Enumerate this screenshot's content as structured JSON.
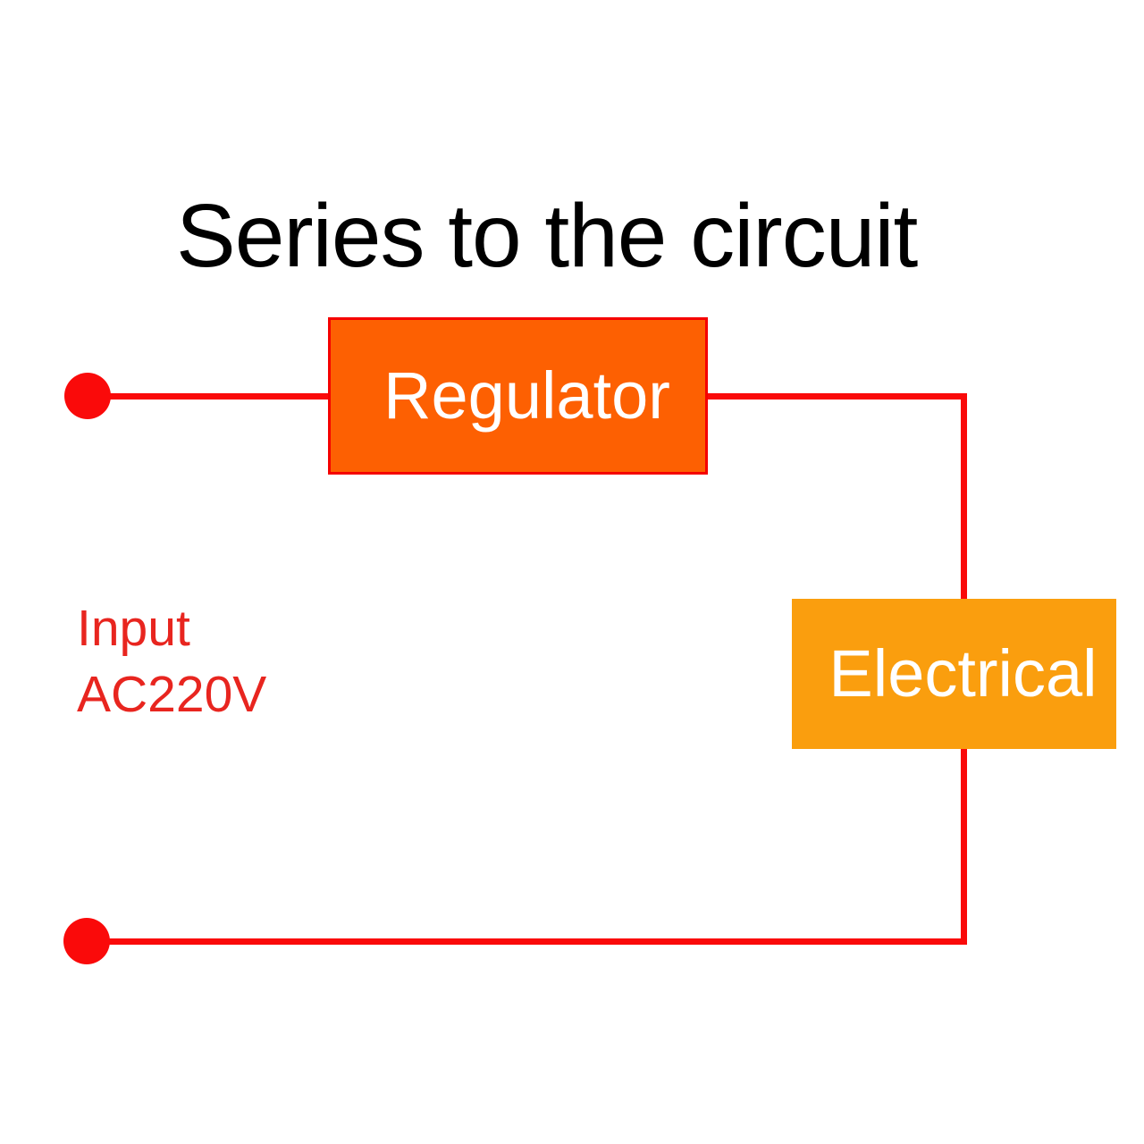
{
  "title": "Series to the circuit",
  "components": [
    {
      "id": "regulator",
      "label": "Regulator"
    },
    {
      "id": "electrical",
      "label": "Electrical"
    }
  ],
  "input_label": {
    "line1": "Input",
    "line2": "AC220V"
  },
  "colors": {
    "wire": "#fa0a0a",
    "regulator_fill": "#fd6002",
    "regulator_border": "#f50000",
    "electrical_fill": "#fa9e0e",
    "title_text": "#000000",
    "box_text": "#ffffff",
    "input_text": "#e8251f",
    "canvas_bg": "#ffffff"
  }
}
